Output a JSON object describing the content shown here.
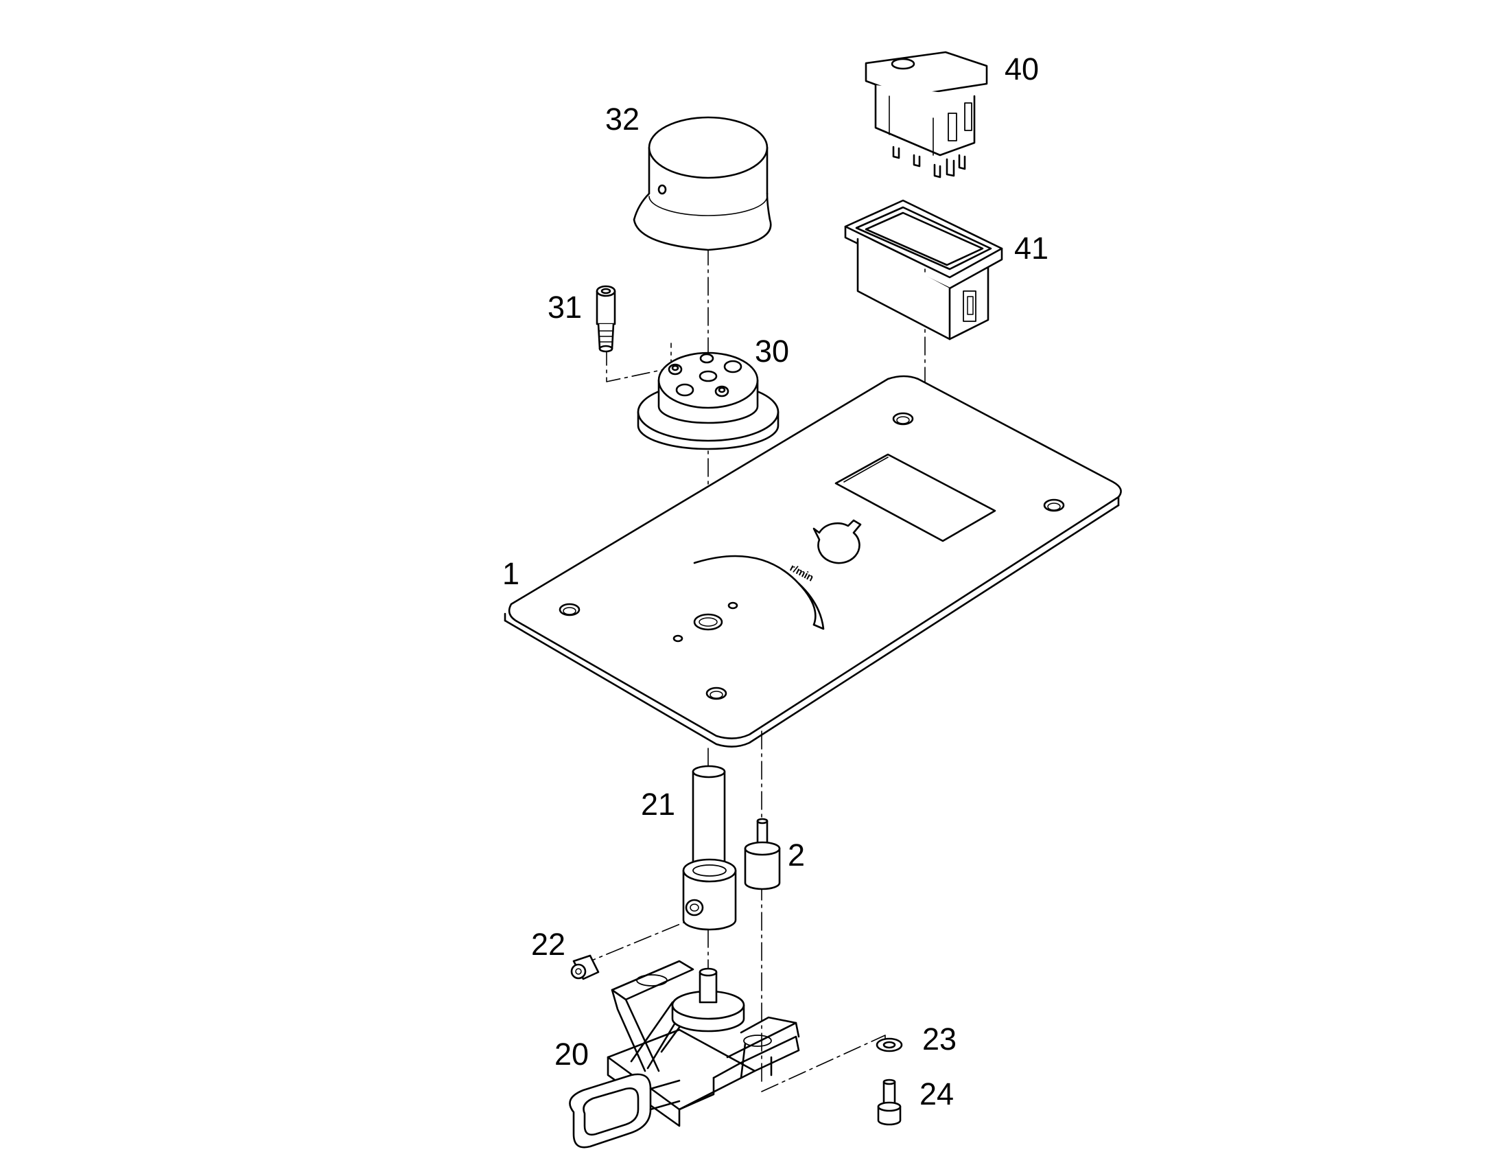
{
  "diagram": {
    "parts": [
      {
        "id": "1",
        "name": "mounting-plate"
      },
      {
        "id": "2",
        "name": "spacer"
      },
      {
        "id": "20",
        "name": "sensor-bracket-assembly"
      },
      {
        "id": "21",
        "name": "shaft"
      },
      {
        "id": "22",
        "name": "set-screw"
      },
      {
        "id": "23",
        "name": "washer"
      },
      {
        "id": "24",
        "name": "screw"
      },
      {
        "id": "30",
        "name": "knob-hub"
      },
      {
        "id": "31",
        "name": "cap-screw"
      },
      {
        "id": "32",
        "name": "knob-cap"
      },
      {
        "id": "40",
        "name": "rocker-switch"
      },
      {
        "id": "41",
        "name": "switch-bezel"
      }
    ],
    "plate_marking": "r/min",
    "line_color": "#000000",
    "background": "#ffffff"
  }
}
